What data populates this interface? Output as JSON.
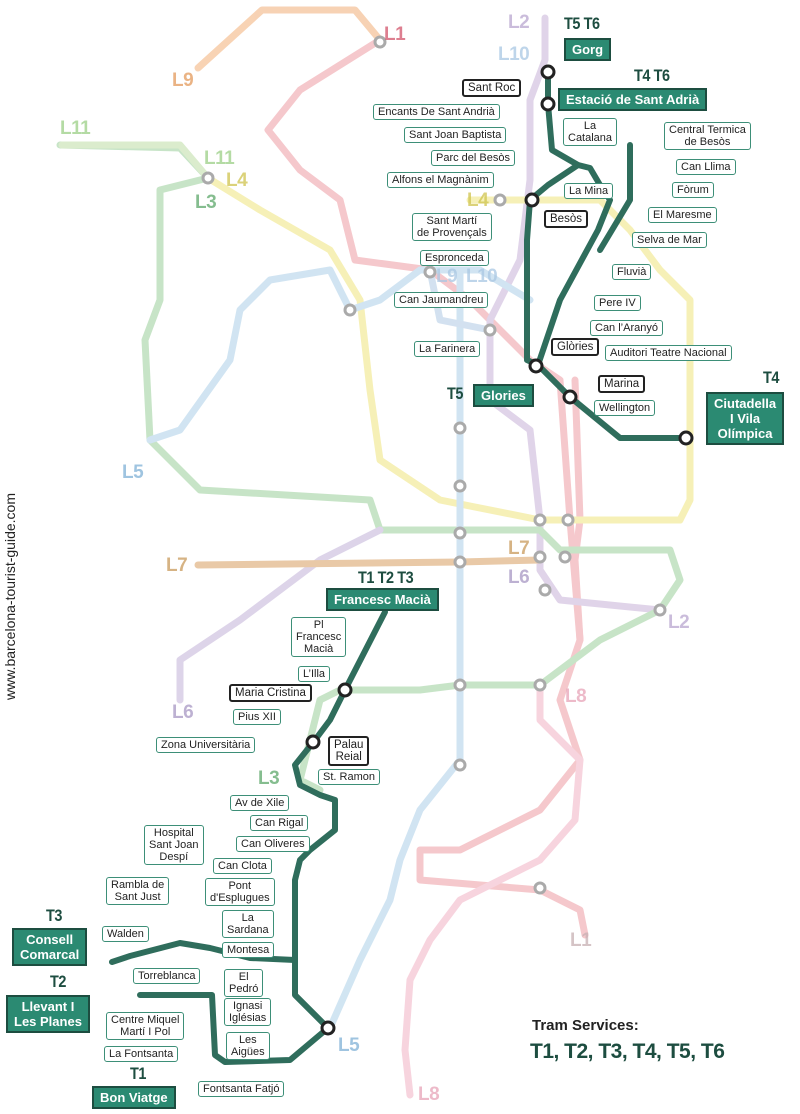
{
  "website": "www.barcelona-tourist-guide.com",
  "legend": {
    "title": "Tram Services:",
    "list": "T1, T2, T3, T4, T5, T6"
  },
  "colors": {
    "tram": "#2f6d5c",
    "tram_fill": "#2b8a72",
    "L1": "#e89aa0",
    "L2": "#c9b2d6",
    "L3": "#9fcf9f",
    "L4": "#eee08a",
    "L5": "#9ecbe7",
    "L6": "#b9a6cf",
    "L7": "#d9a46a",
    "L8": "#f1a6bd",
    "L9": "#f5b47b",
    "L10": "#aac9e6",
    "L11": "#bfe0a6"
  },
  "metro_labels": {
    "L1_top": "L1",
    "L1_bottom": "L1",
    "L2_top": "L2",
    "L2_right": "L2",
    "L3_left": "L3",
    "L3_mid": "L3",
    "L4_mid": "L4",
    "L4_top": "L4",
    "L5_left": "L5",
    "L5_bottom": "L5",
    "L6_left": "L6",
    "L6_right": "L6",
    "L7_left": "L7",
    "L7_right": "L7",
    "L8_right": "L8",
    "L8_bottom": "L8",
    "L9_left": "L9",
    "L9_mid": "L9",
    "L10_top": "L10",
    "L10_mid": "L10",
    "L11_left": "L11",
    "L11_mid": "L11"
  },
  "tram_labels": {
    "t5t6": "T5 T6",
    "t4t6": "T4 T6",
    "t5": "T5",
    "t4": "T4",
    "t1t2t3": "T1 T2 T3",
    "t3": "T3",
    "t2": "T2",
    "t1": "T1"
  },
  "terminals": {
    "gorg": "Gorg",
    "sant_adria": "Estació de Sant Adrià",
    "glories": "Glories",
    "ciutadella": "Ciutadella\nI Vila\nOlímpica",
    "francesc_macia": "Francesc Macià",
    "consell": "Consell\nComarcal",
    "llevant": "Llevant I\nLes Planes",
    "bon_viatge": "Bon Viatge"
  },
  "stops": {
    "sant_roc": "Sant Roc",
    "encants": "Encants De Sant Andrià",
    "sant_joan_baptista": "Sant Joan Baptista",
    "parc_besos": "Parc del Besòs",
    "alfons": "Alfons el Magnànim",
    "la_catalana": "La\nCatalana",
    "central_termica": "Central Termica\nde Besòs",
    "can_llima": "Can Llima",
    "forum": "Fòrum",
    "la_mina": "La Mina",
    "besos": "Besòs",
    "sant_marti": "Sant Martí\nde Provençals",
    "el_maresme": "El Maresme",
    "selva_de_mar": "Selva de Mar",
    "espronceda": "Espronceda",
    "fluvia": "Fluvià",
    "can_jaumandreu": "Can Jaumandreu",
    "pere_iv": "Pere IV",
    "can_laranyo": "Can l’Aranyó",
    "la_farinera": "La Farinera",
    "glories_stop": "Glòries",
    "auditori": "Auditori Teatre Nacional",
    "marina": "Marina",
    "wellington": "Wellington",
    "pl_francesc_macia": "Pl\nFrancesc\nMacià",
    "lilla": "L’Illa",
    "maria_cristina": "Maria Cristina",
    "pius_xii": "Pius XII",
    "palau_reial": "Palau\nReial",
    "zona_universitaria": "Zona Universitària",
    "st_ramon": "St. Ramon",
    "av_de_xile": "Av de Xile",
    "can_rigal": "Can Rigal",
    "hospital": "Hospital\nSant Joan\nDespí",
    "can_oliveres": "Can Oliveres",
    "rambla_sant_just": "Rambla de\nSant Just",
    "can_clota": "Can Clota",
    "pont_esplugues": "Pont\nd'Esplugues",
    "la_sardana": "La\nSardana",
    "walden": "Walden",
    "montesa": "Montesa",
    "torreblanca": "Torreblanca",
    "el_pedro": "El\nPedró",
    "ignasi": "Ignasi\nIglésias",
    "centre_miquel": "Centre Miquel\nMartí I Pol",
    "les_aigues": "Les\nAigües",
    "la_fontsanta": "La Fontsanta",
    "fontsanta_fatjo": "Fontsanta Fatjó"
  }
}
